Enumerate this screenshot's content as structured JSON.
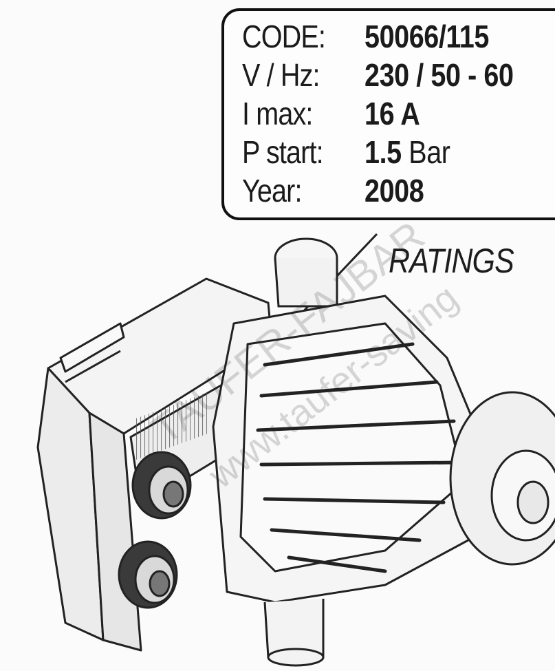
{
  "ratings_label": {
    "rows": [
      {
        "key": "CODE:",
        "value": "50066/115",
        "unit": ""
      },
      {
        "key": "V / Hz:",
        "value": "230 / 50 - 60",
        "unit": ""
      },
      {
        "key": "I max:",
        "value": "16 A",
        "unit": ""
      },
      {
        "key": "P start:",
        "value": "1.5",
        "unit": " Bar"
      },
      {
        "key": "Year:",
        "value": "2008",
        "unit": ""
      }
    ]
  },
  "caption": "RATINGS",
  "watermarks": [
    "TAUFER-FAJBAR",
    "www.taufer-saving"
  ]
}
